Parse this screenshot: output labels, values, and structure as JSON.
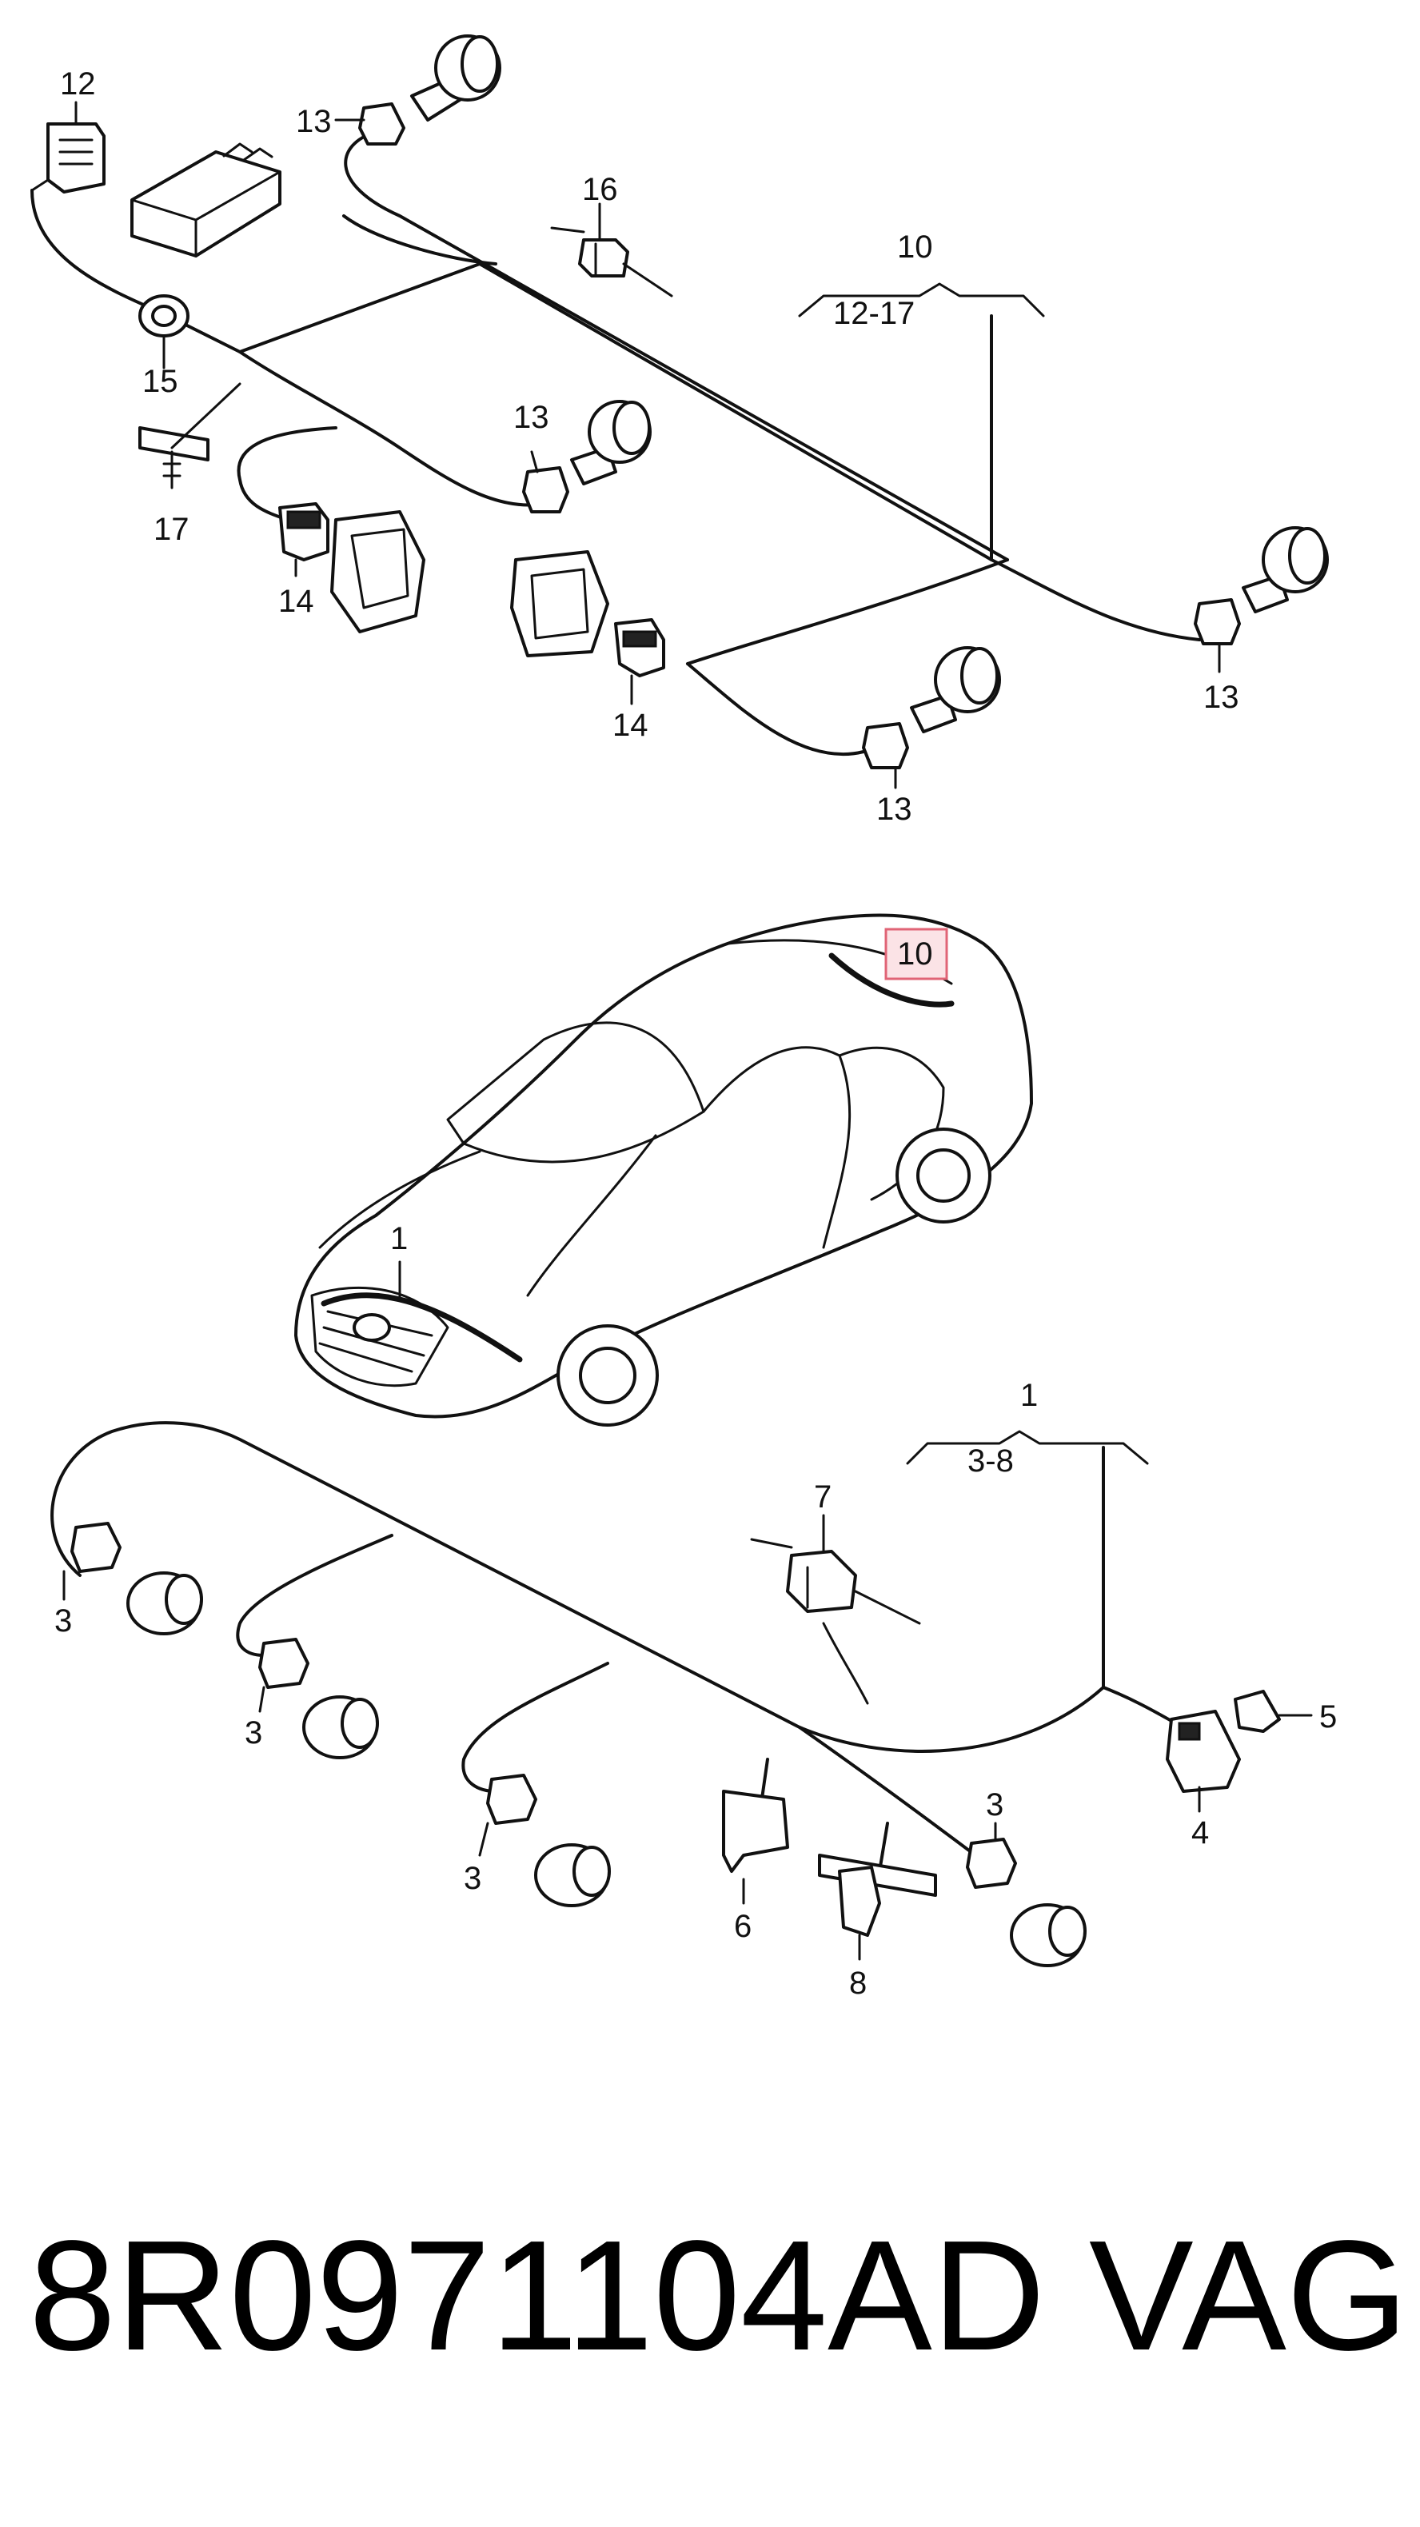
{
  "labels": {
    "c12": "12",
    "c13_topleft": "13",
    "c16": "16",
    "c10_group": "10",
    "c10_range": "12-17",
    "c15": "15",
    "c17": "17",
    "c13_mid": "13",
    "c14_left": "14",
    "c14_mid": "14",
    "c13_right": "13",
    "c13_bottom": "13",
    "c10_car": "10",
    "c1_car": "1",
    "c1_group": "1",
    "c1_range": "3-8",
    "c7": "7",
    "c5": "5",
    "c4": "4",
    "c3_a": "3",
    "c3_b": "3",
    "c3_c": "3",
    "c3_d": "3",
    "c6": "6",
    "c8": "8"
  },
  "footer": {
    "part_number": "8R0971104AD",
    "brand": "VAG"
  },
  "colors": {
    "line": "#111111",
    "highlight_fill": "#fbe3e6",
    "highlight_stroke": "#e06476"
  }
}
